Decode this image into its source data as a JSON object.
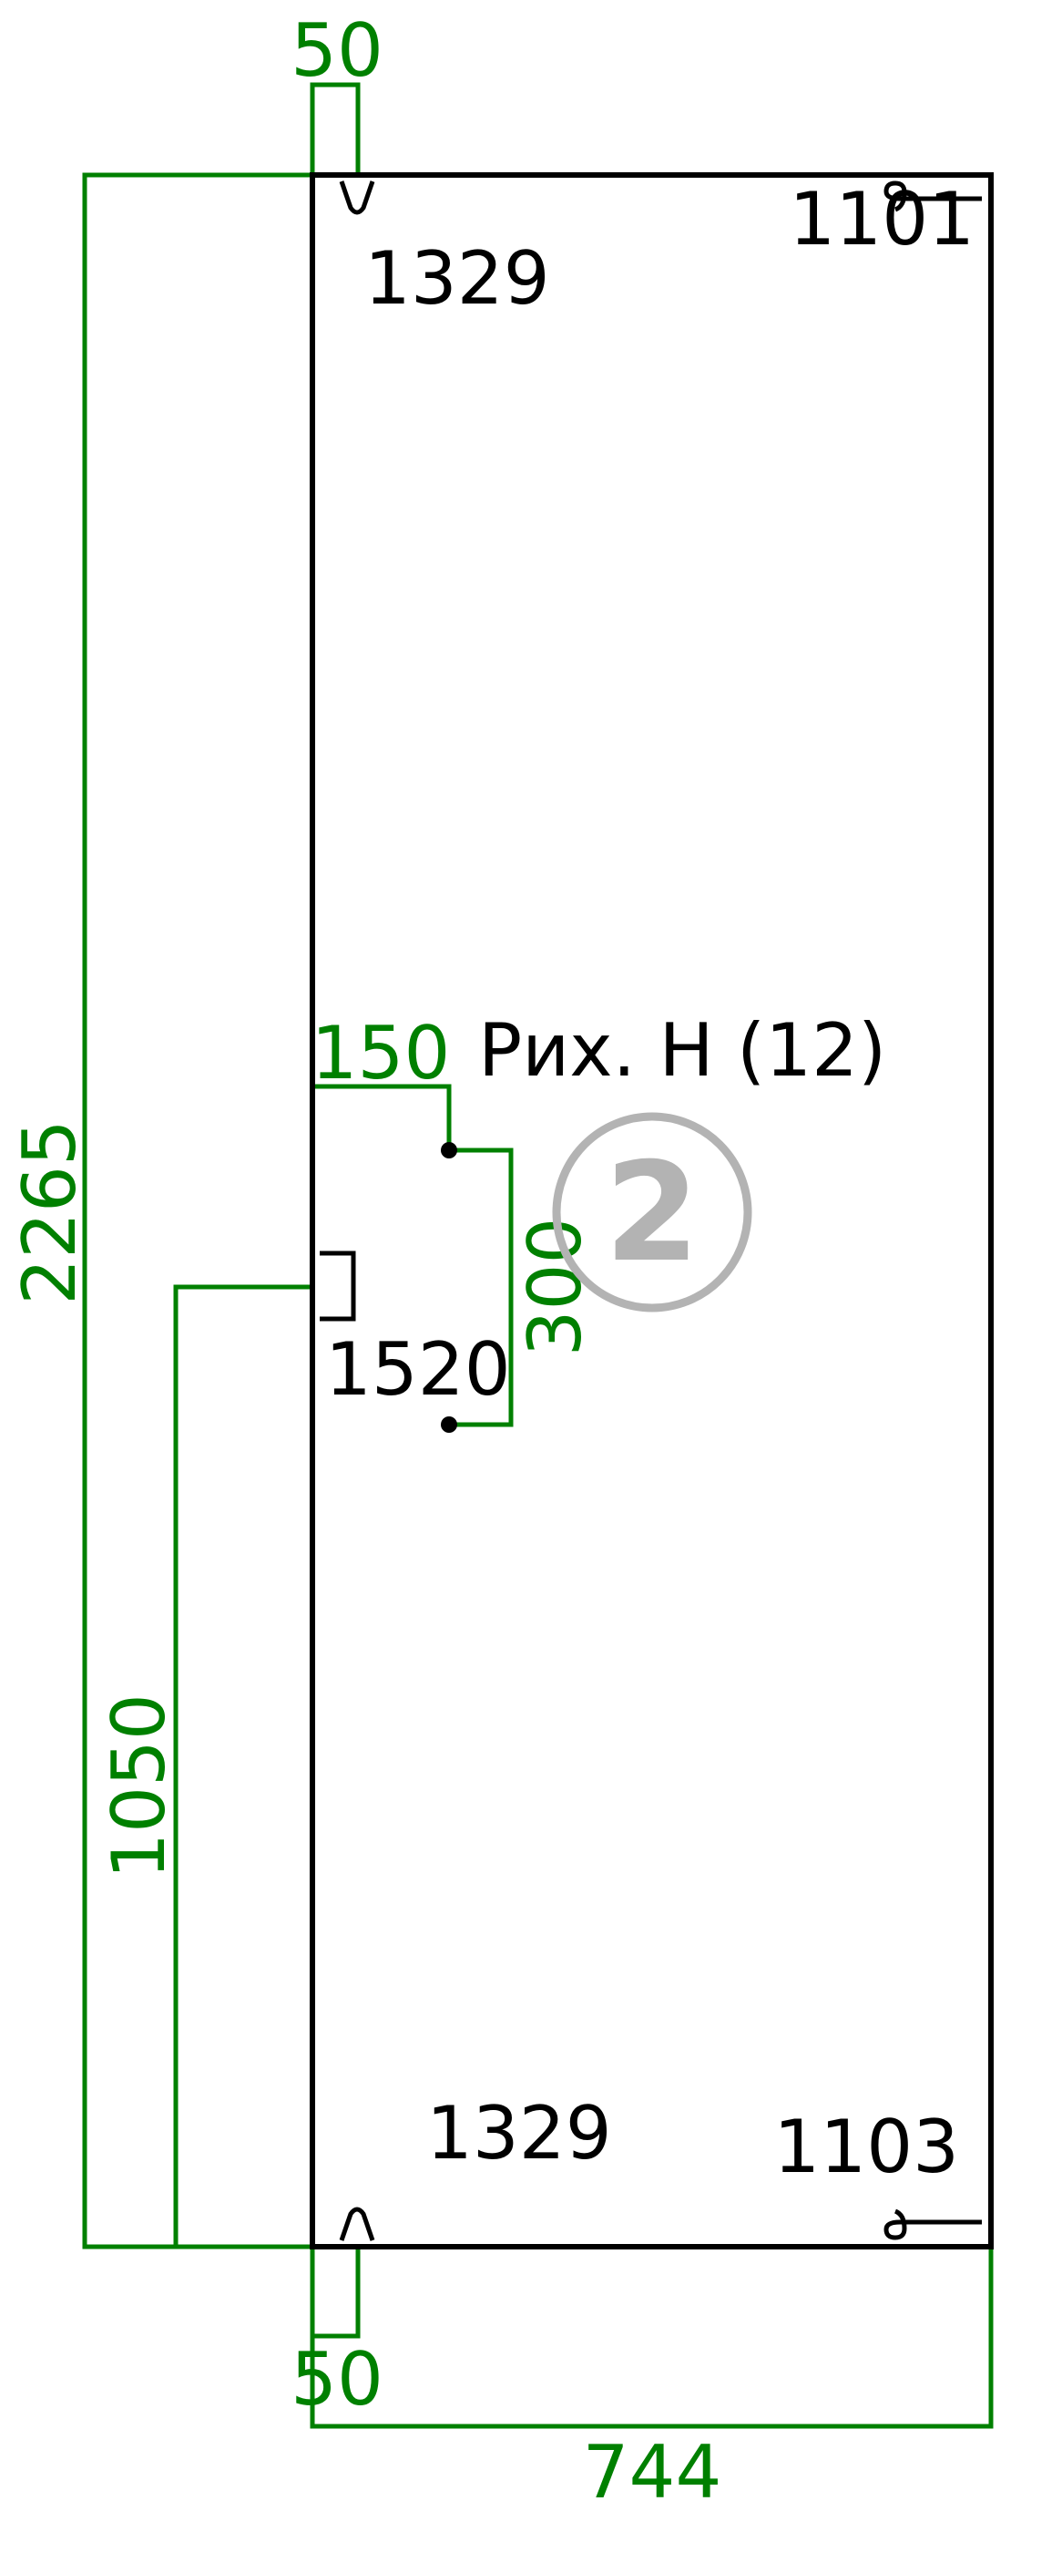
{
  "colors": {
    "dimension": "#008000",
    "outline": "#000000",
    "badge": "#b3b3b3"
  },
  "dimensions": {
    "top_width": "50",
    "total_height": "2265",
    "left_offset": "150",
    "hole_spacing": "300",
    "lower_height": "1050",
    "bottom_width": "50",
    "overall_width": "744"
  },
  "labels": {
    "top_left_code": "1329",
    "top_right_code": "1101",
    "part_name": "Рих. Н (12)",
    "middle_code": "1520",
    "bottom_left_code": "1329",
    "bottom_right_code": "1103"
  },
  "badge": {
    "number": "2"
  }
}
